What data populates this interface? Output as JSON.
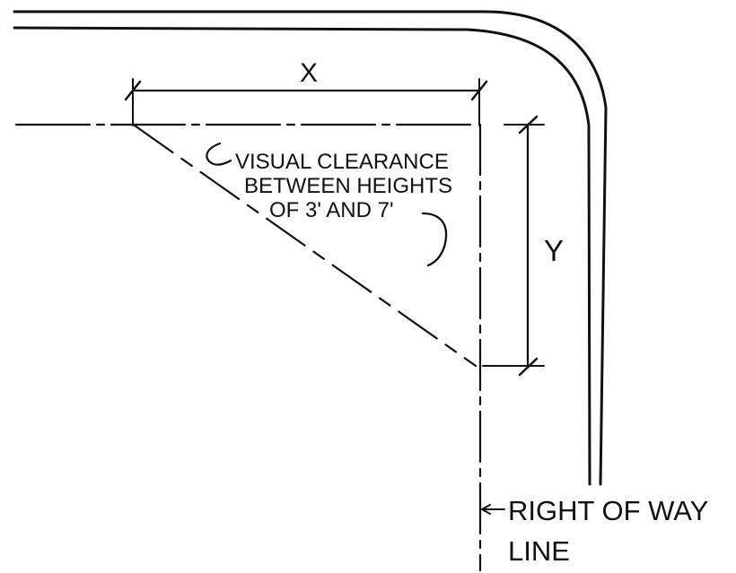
{
  "labels": {
    "x": "X",
    "y": "Y",
    "note_line_1": "VISUAL CLEARANCE",
    "note_line_2": "BETWEEN HEIGHTS",
    "note_line_3": "OF 3' AND 7'",
    "right_of_way_line_1": "RIGHT OF WAY",
    "right_of_way_line_2": "LINE"
  },
  "colors": {
    "ink": "#111111",
    "background": "#ffffff"
  }
}
